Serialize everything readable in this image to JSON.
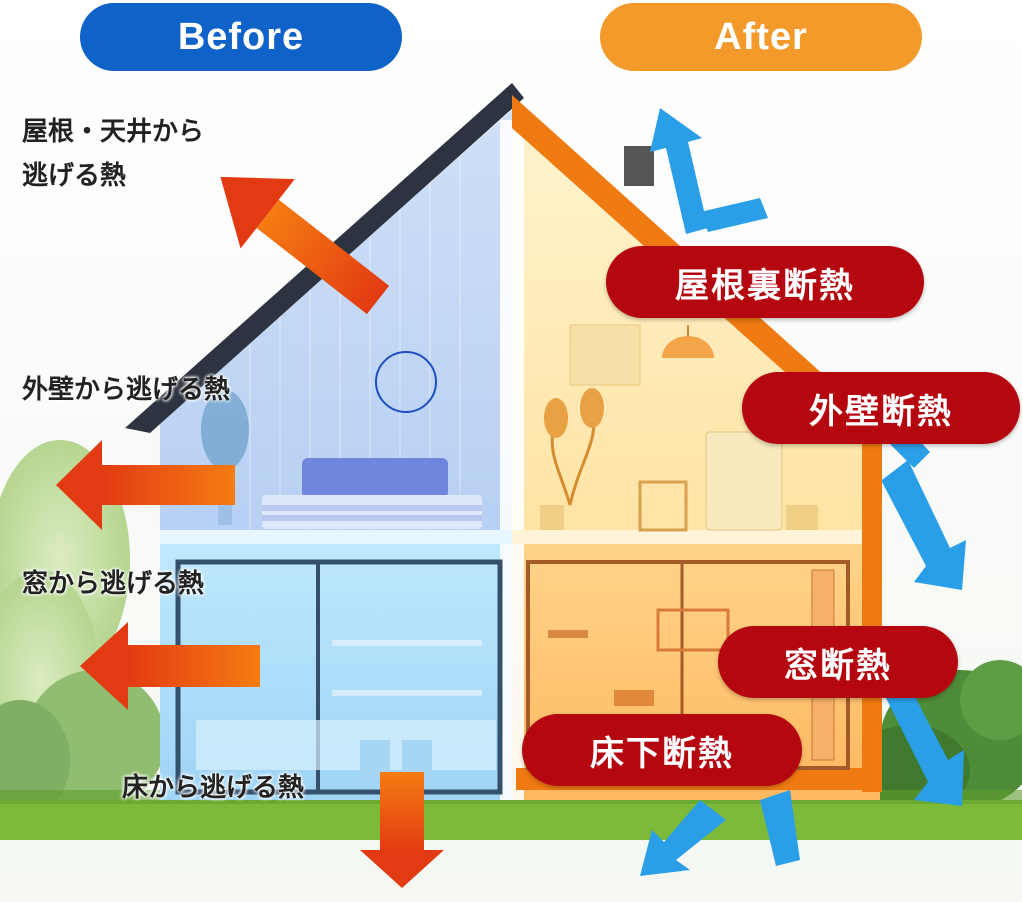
{
  "header": {
    "before_label": "Before",
    "after_label": "After"
  },
  "before_labels": {
    "roof_line1": "屋根・天井から",
    "roof_line2": "逃げる熱",
    "wall": "外壁から逃げる熱",
    "window": "窓から逃げる熱",
    "floor": "床から逃げる熱"
  },
  "after_tags": {
    "roof": "屋根裏断熱",
    "wall": "外壁断熱",
    "window": "窓断熱",
    "floor": "床下断熱"
  },
  "colors": {
    "before_pill": "#0e62c8",
    "after_pill": "#f39a2a",
    "tag": "#b5070f",
    "heat_arrow": "#e84a12",
    "blocked_arrow": "#2a9fe8"
  }
}
